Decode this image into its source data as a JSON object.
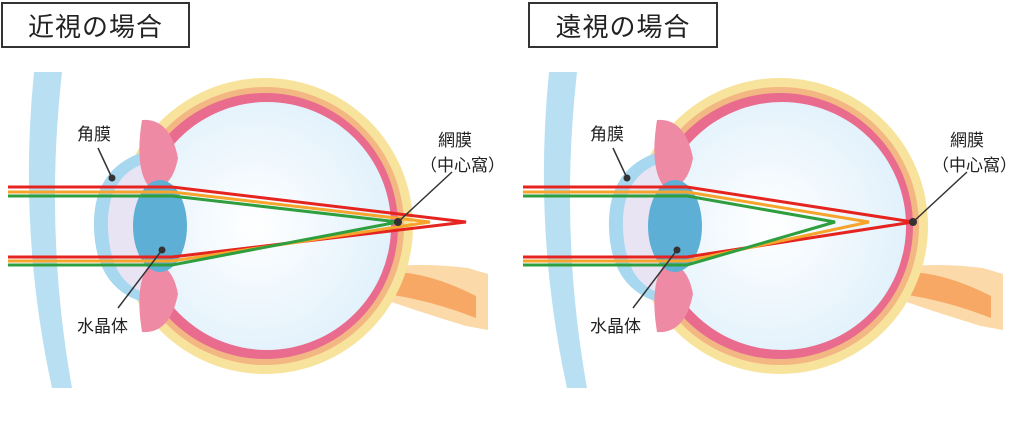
{
  "panels": [
    {
      "title": "近視の場合",
      "labels": {
        "cornea": "角膜",
        "retina": "網膜",
        "fovea": "（中心窩）",
        "lens": "水晶体"
      },
      "focus_behind_retina": false
    },
    {
      "title": "遠視の場合",
      "labels": {
        "cornea": "角膜",
        "retina": "網膜",
        "fovea": "（中心窩）",
        "lens": "水晶体"
      },
      "focus_behind_retina": true
    }
  ],
  "colors": {
    "outer_sclera": "#f8e39c",
    "sclera_band": "#f3b783",
    "choroid": "#e96c8e",
    "vitreous": "#dff0fb",
    "cornea": "#a7d8ef",
    "iris": "#ef8aa5",
    "lens": "#5eafd6",
    "contact_lens": "#b8e0f2",
    "optic_nerve": "#f6a864",
    "ray_red": "#e5231f",
    "ray_orange": "#f6a42b",
    "ray_green": "#2e9e3e"
  }
}
